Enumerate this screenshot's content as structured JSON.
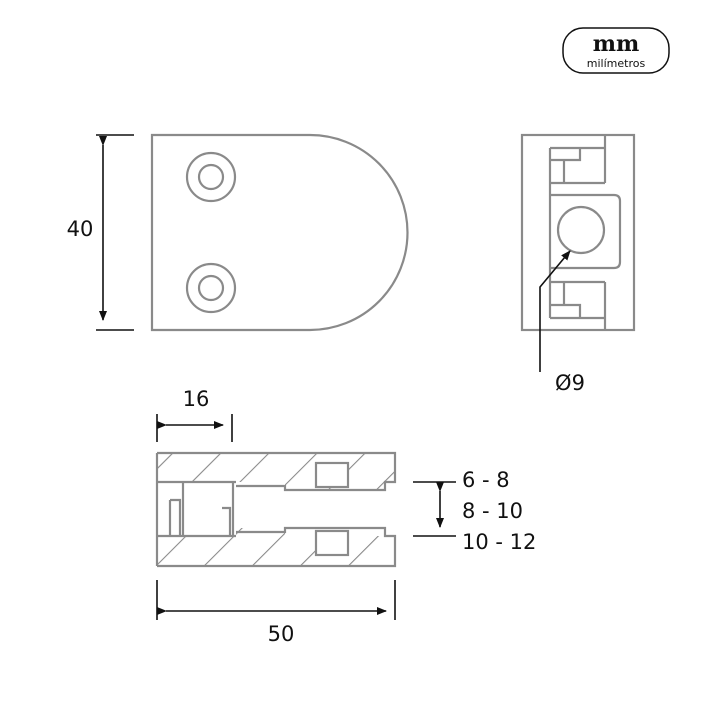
{
  "logo": {
    "mark": "mm",
    "text": "milímetros"
  },
  "dimensions": {
    "height": "40",
    "hole_diameter": "Ø9",
    "depth": "16",
    "length": "50",
    "glass_ranges": [
      "6 - 8",
      "8 - 10",
      "10 - 12"
    ]
  },
  "colors": {
    "part_line": "#8a8a8a",
    "dimension_line": "#111111"
  }
}
